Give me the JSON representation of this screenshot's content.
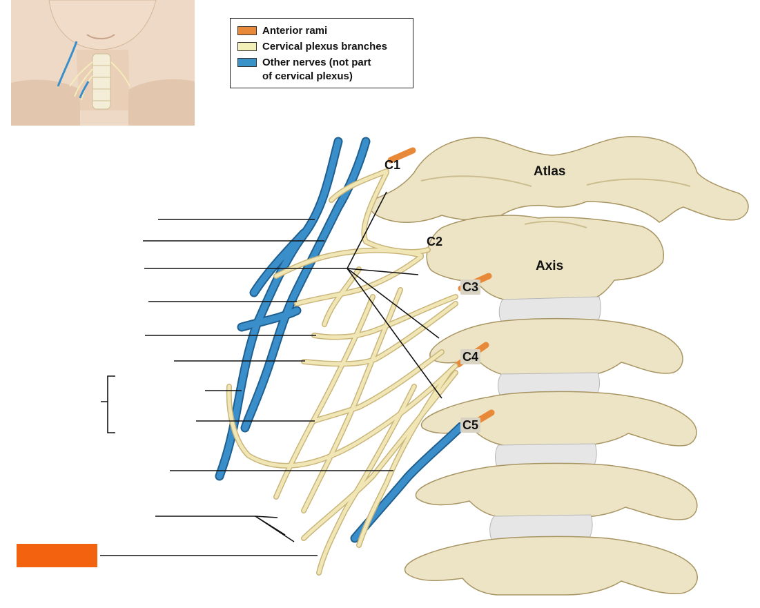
{
  "legend": {
    "items": [
      {
        "label": "Anterior rami",
        "color": "#e8893a"
      },
      {
        "label_lines": [
          "Cervical plexus branches"
        ],
        "color": "#f3efb8"
      },
      {
        "label_lines": [
          "Other nerves (not part",
          "of cervical plexus)"
        ],
        "color": "#3a93c8"
      }
    ]
  },
  "levels": {
    "c1": "C1",
    "c2": "C2",
    "c3": "C3",
    "c4": "C4",
    "c5": "C5"
  },
  "bones": {
    "atlas": "Atlas",
    "axis": "Axis"
  },
  "colors": {
    "bone": "#ece4c4",
    "bone_shadow": "#cbbd8f",
    "disc": "#e6e6e6",
    "nerve_plexus": "#f1e7b6",
    "nerve_plexus_edge": "#c9b57a",
    "nerve_other": "#3a8fcb",
    "nerve_other_edge": "#1f5f8f",
    "ramus": "#e8893a",
    "skin": "#ead3bd",
    "redaction": "#f2620f"
  }
}
